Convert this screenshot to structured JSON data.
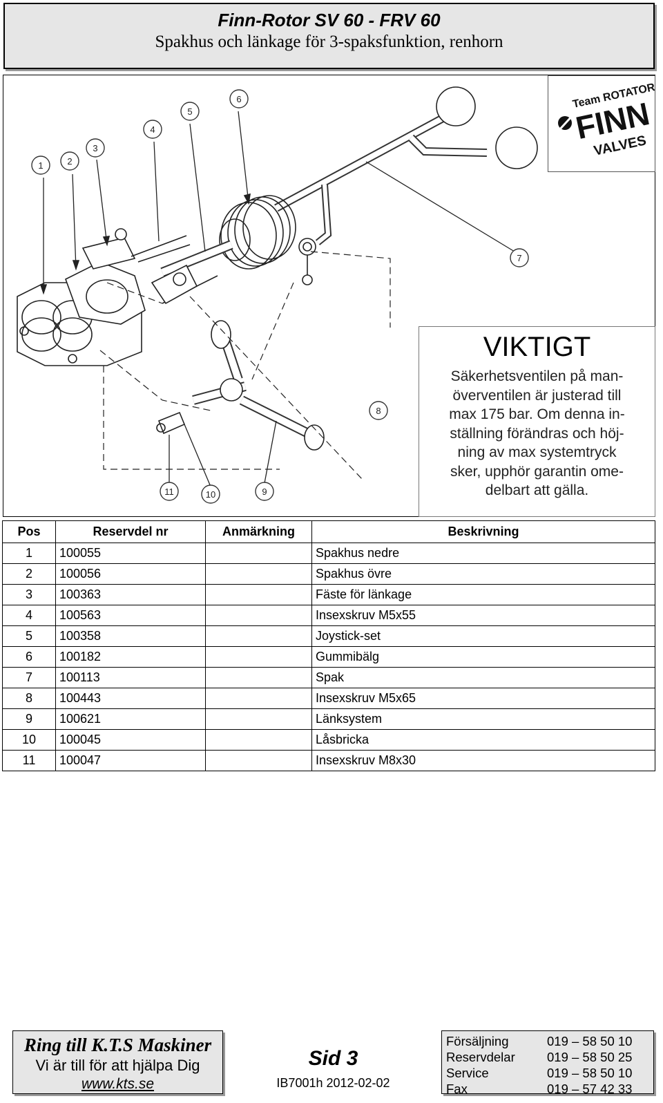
{
  "header": {
    "title": "Finn-Rotor SV 60 - FRV 60",
    "subtitle": "Spakhus och länkage för 3-spaksfunktion, renhorn"
  },
  "logo": {
    "text_top": "Team ROTATORS",
    "text_main": "FINN",
    "text_bottom": "VALVES"
  },
  "callouts": [
    "1",
    "2",
    "3",
    "4",
    "5",
    "6",
    "7",
    "8",
    "9",
    "10",
    "11"
  ],
  "notice": {
    "heading": "VIKTIGT",
    "lines": [
      "Säkerhetsventilen på man-",
      "överventilen är justerad till",
      "max 175 bar. Om denna in-",
      "ställning förändras och höj-",
      "ning av max systemtryck",
      "sker, upphör garantin ome-",
      "delbart att gälla."
    ]
  },
  "parts_table": {
    "headers": [
      "Pos",
      "Reservdel nr",
      "Anmärkning",
      "Beskrivning"
    ],
    "rows": [
      {
        "pos": "1",
        "part": "100055",
        "remark": "",
        "desc": "Spakhus nedre"
      },
      {
        "pos": "2",
        "part": "100056",
        "remark": "",
        "desc": "Spakhus övre"
      },
      {
        "pos": "3",
        "part": "100363",
        "remark": "",
        "desc": "Fäste för länkage"
      },
      {
        "pos": "4",
        "part": "100563",
        "remark": "",
        "desc": "Insexskruv M5x55"
      },
      {
        "pos": "5",
        "part": "100358",
        "remark": "",
        "desc": "Joystick-set"
      },
      {
        "pos": "6",
        "part": "100182",
        "remark": "",
        "desc": "Gummibälg"
      },
      {
        "pos": "7",
        "part": "100113",
        "remark": "",
        "desc": "Spak"
      },
      {
        "pos": "8",
        "part": "100443",
        "remark": "",
        "desc": "Insexskruv M5x65"
      },
      {
        "pos": "9",
        "part": "100621",
        "remark": "",
        "desc": "Länksystem"
      },
      {
        "pos": "10",
        "part": "100045",
        "remark": "",
        "desc": "Låsbricka"
      },
      {
        "pos": "11",
        "part": "100047",
        "remark": "",
        "desc": "Insexskruv M8x30"
      }
    ]
  },
  "footer": {
    "left": {
      "line1": "Ring till K.T.S Maskiner",
      "line2": "Vi är till för att hjälpa Dig",
      "line3": "www.kts.se"
    },
    "middle": {
      "page": "Sid 3",
      "code": "IB7001h 2012-02-02"
    },
    "contacts": [
      {
        "label": "Försäljning",
        "value": "019 – 58 50 10"
      },
      {
        "label": "Reservdelar",
        "value": "019 – 58 50 25"
      },
      {
        "label": "Service",
        "value": "019 – 58 50 10"
      },
      {
        "label": "Fax",
        "value": "019 – 57 42 33"
      }
    ]
  }
}
